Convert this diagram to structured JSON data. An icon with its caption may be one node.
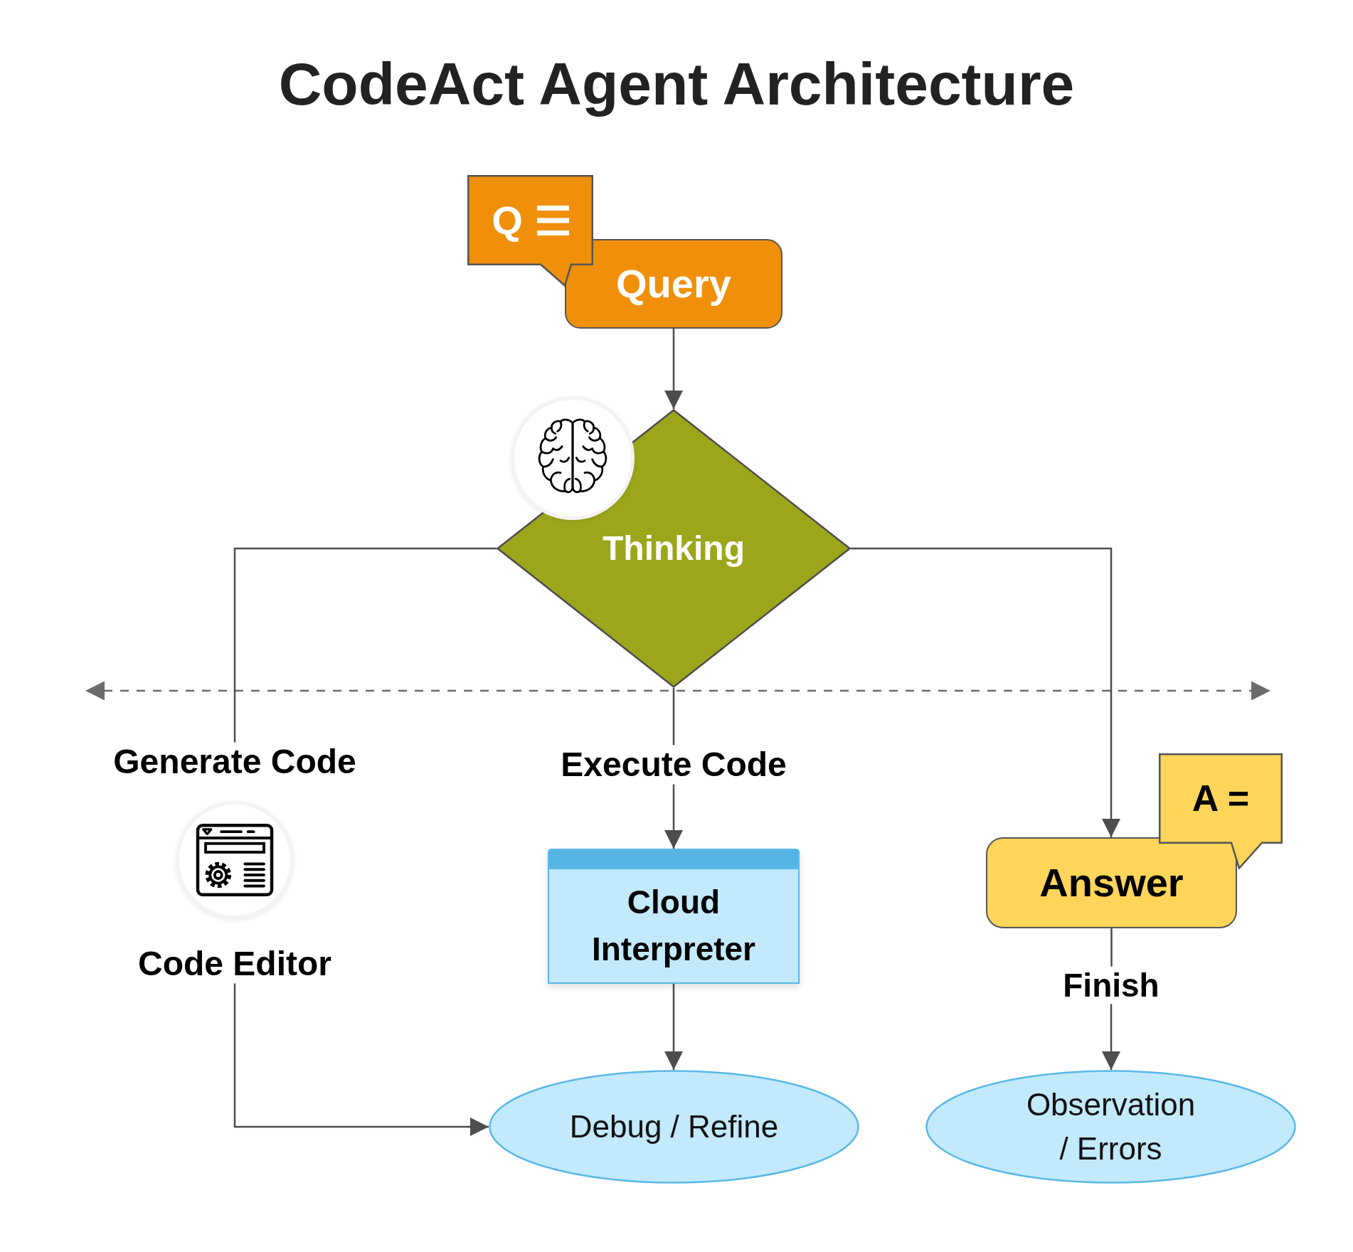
{
  "diagram": {
    "title": "CodeAct Agent Architecture",
    "nodes": [
      {
        "text": [
          "Q"
        ]
      },
      {
        "text": [
          "Query"
        ]
      },
      {
        "text": [
          "Thinking"
        ]
      },
      {
        "text": [
          "Generate Code"
        ]
      },
      {
        "text": [
          "Execute Code"
        ]
      },
      {
        "text": [
          "A ="
        ]
      },
      {
        "text": [
          "Answer"
        ]
      },
      {
        "text": [
          "Cloud Interpreter"
        ]
      },
      {
        "text": [
          "Code Editor"
        ]
      },
      {
        "text": [
          "Finish"
        ]
      },
      {
        "text": [
          "Debug / Refine"
        ]
      },
      {
        "text": [
          "Observation / Errors"
        ]
      }
    ],
    "edges": [
      {
        "from": 1,
        "to": 2,
        "arrow": "to"
      },
      {
        "from": 2,
        "to": 3,
        "arrow": "none"
      },
      {
        "from": 2,
        "to": 4,
        "arrow": "none"
      },
      {
        "from": 2,
        "to": 6,
        "arrow": "to"
      },
      {
        "from": 4,
        "to": 7,
        "arrow": "to"
      },
      {
        "from": 6,
        "to": 9,
        "arrow": "none"
      },
      {
        "from": 8,
        "to": 10,
        "arrow": "to"
      },
      {
        "from": 7,
        "to": 10,
        "arrow": "to"
      },
      {
        "from": 9,
        "to": 11,
        "arrow": "to"
      }
    ]
  }
}
